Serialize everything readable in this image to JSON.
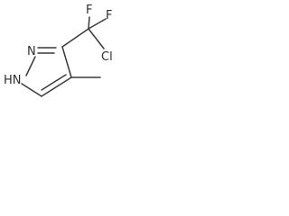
{
  "structure": {
    "atoms": {
      "n_pyrrole": "HN",
      "n_pyridine": "N",
      "fluorine_upper": "F",
      "fluorine_right": "F",
      "chlorine": "Cl"
    }
  }
}
